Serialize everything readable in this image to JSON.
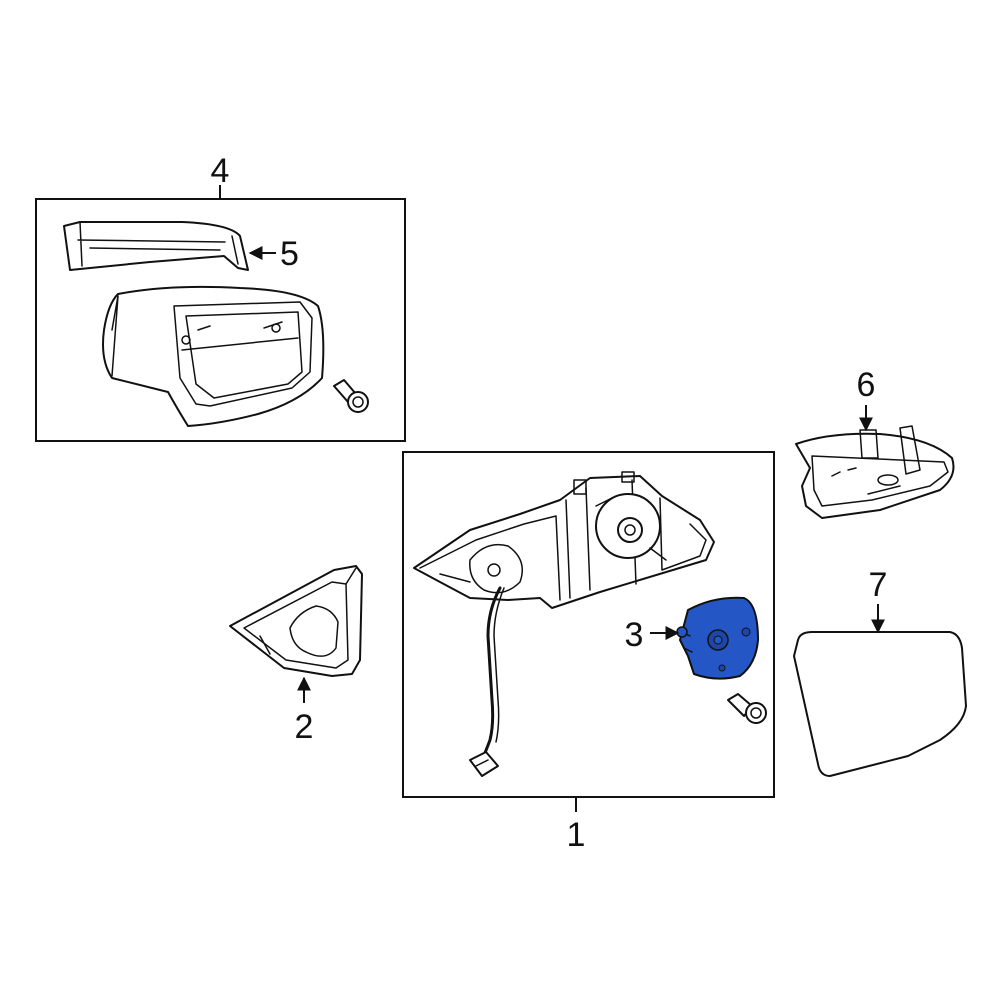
{
  "callouts": {
    "c1": "1",
    "c2": "2",
    "c3": "3",
    "c4": "4",
    "c5": "5",
    "c6": "6",
    "c7": "7"
  },
  "highlight_color": "#2457C5",
  "line_color": "#111111",
  "background_color": "#FFFFFF"
}
